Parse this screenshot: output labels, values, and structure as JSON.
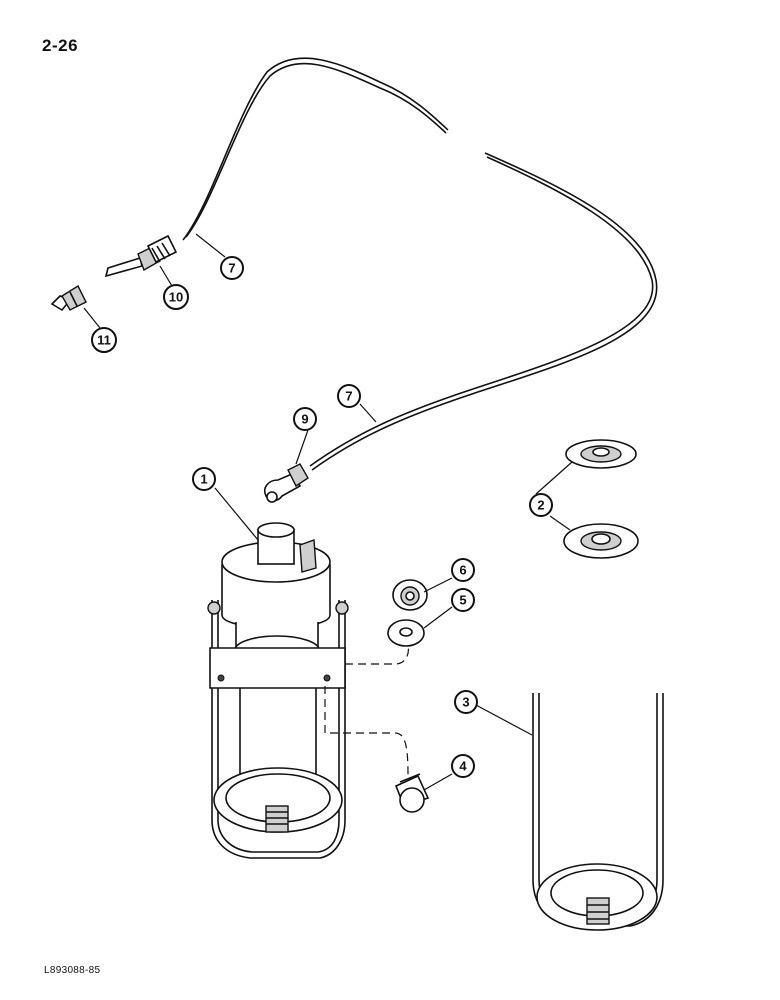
{
  "page": {
    "number": "2-26",
    "figure_code": "L893088-85"
  },
  "callouts": {
    "c1": "1",
    "c2": "2",
    "c3": "3",
    "c4": "4",
    "c5": "5",
    "c6": "6",
    "c7a": "7",
    "c7b": "7",
    "c9": "9",
    "c10": "10",
    "c11": "11"
  }
}
